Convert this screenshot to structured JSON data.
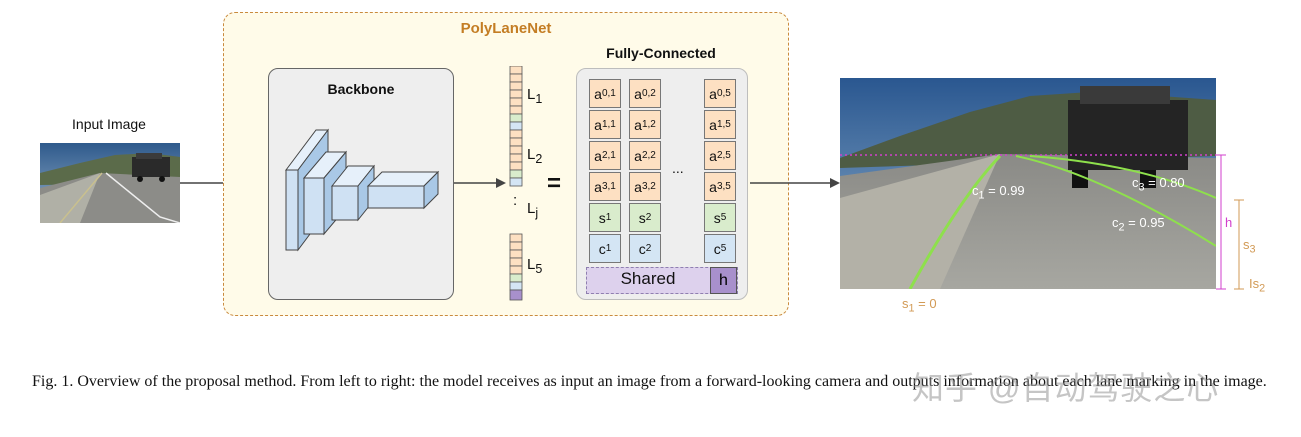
{
  "input_label": "Input Image",
  "model_title": "PolyLaneNet",
  "backbone_title": "Backbone",
  "features": {
    "labels": [
      {
        "base": "L",
        "sub": "1"
      },
      {
        "base": "L",
        "sub": "2"
      },
      {
        "base": "L",
        "sub": "j"
      },
      {
        "base": "L",
        "sub": "5"
      }
    ],
    "vdots": ":",
    "equals": "="
  },
  "fc": {
    "title": "Fully-Connected",
    "ellipsis": "...",
    "columns": [
      {
        "cells": [
          {
            "kind": "a",
            "base": "a",
            "sub": "0,1"
          },
          {
            "kind": "a",
            "base": "a",
            "sub": "1,1"
          },
          {
            "kind": "a",
            "base": "a",
            "sub": "2,1"
          },
          {
            "kind": "a",
            "base": "a",
            "sub": "3,1"
          },
          {
            "kind": "s",
            "base": "s",
            "sub": "1"
          },
          {
            "kind": "c",
            "base": "c",
            "sub": "1"
          }
        ]
      },
      {
        "cells": [
          {
            "kind": "a",
            "base": "a",
            "sub": "0,2"
          },
          {
            "kind": "a",
            "base": "a",
            "sub": "1,2"
          },
          {
            "kind": "a",
            "base": "a",
            "sub": "2,2"
          },
          {
            "kind": "a",
            "base": "a",
            "sub": "3,2"
          },
          {
            "kind": "s",
            "base": "s",
            "sub": "2"
          },
          {
            "kind": "c",
            "base": "c",
            "sub": "2"
          }
        ]
      },
      {
        "cells": [
          {
            "kind": "a",
            "base": "a",
            "sub": "0,5"
          },
          {
            "kind": "a",
            "base": "a",
            "sub": "1,5"
          },
          {
            "kind": "a",
            "base": "a",
            "sub": "2,5"
          },
          {
            "kind": "a",
            "base": "a",
            "sub": "3,5"
          },
          {
            "kind": "s",
            "base": "s",
            "sub": "5"
          },
          {
            "kind": "c",
            "base": "c",
            "sub": "5"
          }
        ]
      }
    ],
    "shared_label": "Shared",
    "h_label": "h"
  },
  "output": {
    "lane_labels": [
      {
        "base": "c",
        "sub": "1",
        "text": " = 0.99"
      },
      {
        "base": "c",
        "sub": "3",
        "text": " = 0.80"
      },
      {
        "base": "c",
        "sub": "2",
        "text": " = 0.95"
      }
    ],
    "h_label": "h",
    "s3": {
      "base": "s",
      "sub": "3"
    },
    "s2": {
      "base": "s",
      "sub": "2"
    },
    "s2_prefix": "I",
    "s1": {
      "base": "s",
      "sub": "1",
      "text": " = 0"
    }
  },
  "colors": {
    "orange": "#d29a55",
    "magenta": "#d23fcc",
    "lane_green": "#8ee04c",
    "poly_border": "#c98a3e",
    "a_cell": "#fde0c2",
    "s_cell": "#d9eccc",
    "c_cell": "#d4e5f4",
    "shared": "#ddd1ed",
    "h_cell": "#a890cc"
  },
  "caption": "Fig. 1.  Overview of the proposal method. From left to right: the model receives as input an image from a forward-looking camera and outputs information about each lane marking in the image.",
  "watermark": "知乎 @自动驾驶之心"
}
